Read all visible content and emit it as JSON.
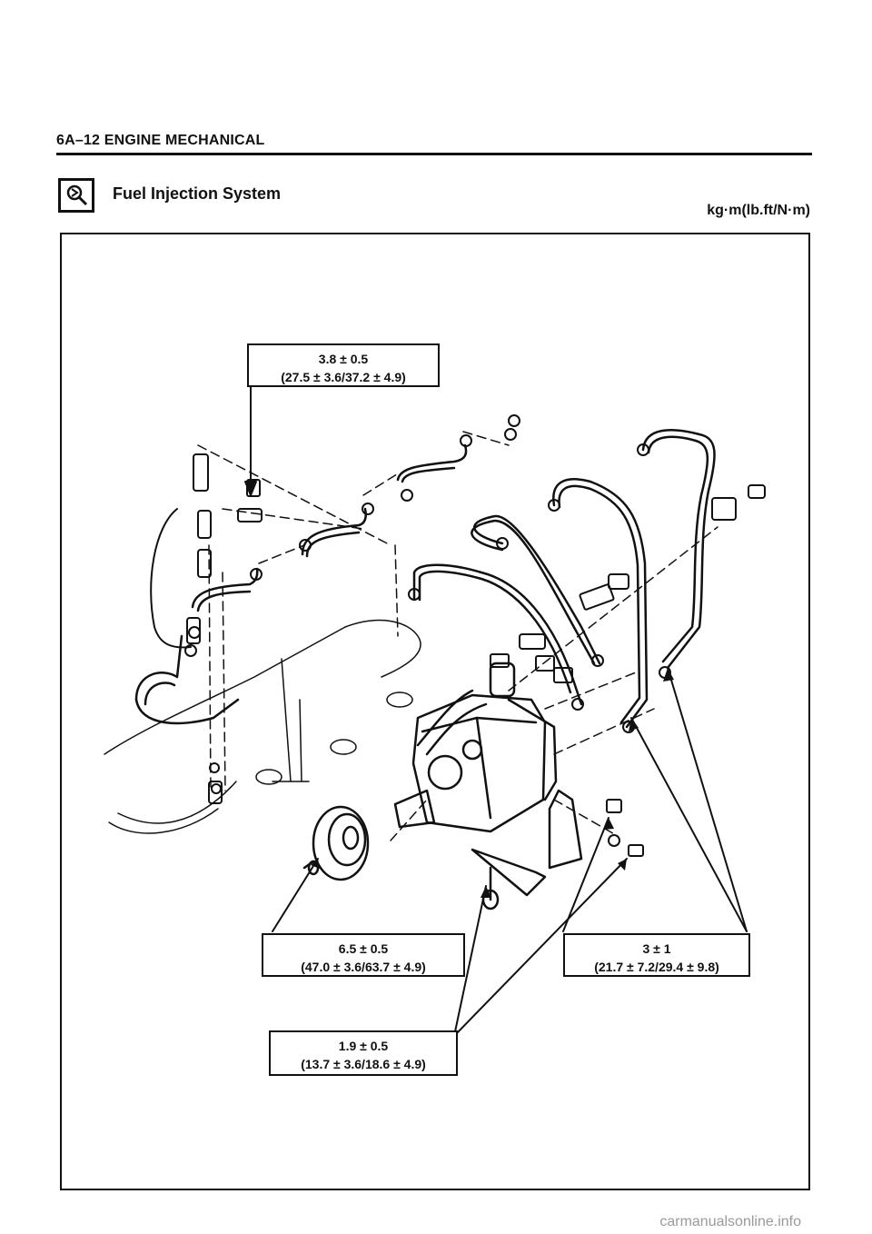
{
  "page": {
    "section_header": "6A–12 ENGINE MECHANICAL",
    "section_title": "Fuel Injection System",
    "units_label": "kg·m(lb.ft/N·m)",
    "icon": "wrench-box-icon"
  },
  "callouts": [
    {
      "id": "top",
      "value": "3.8 ± 0.5",
      "detail": "(27.5 ± 3.6/37.2 ± 4.9)"
    },
    {
      "id": "left",
      "value": "6.5 ± 0.5",
      "detail": "(47.0 ± 3.6/63.7 ± 4.9)"
    },
    {
      "id": "right",
      "value": "3 ± 1",
      "detail": "(21.7 ± 7.2/29.4 ± 9.8)"
    },
    {
      "id": "bottom",
      "value": "1.9 ± 0.5",
      "detail": "(13.7 ± 3.6/18.6 ± 4.9)"
    }
  ],
  "footer": {
    "watermark": "carmanualsonline.info"
  }
}
